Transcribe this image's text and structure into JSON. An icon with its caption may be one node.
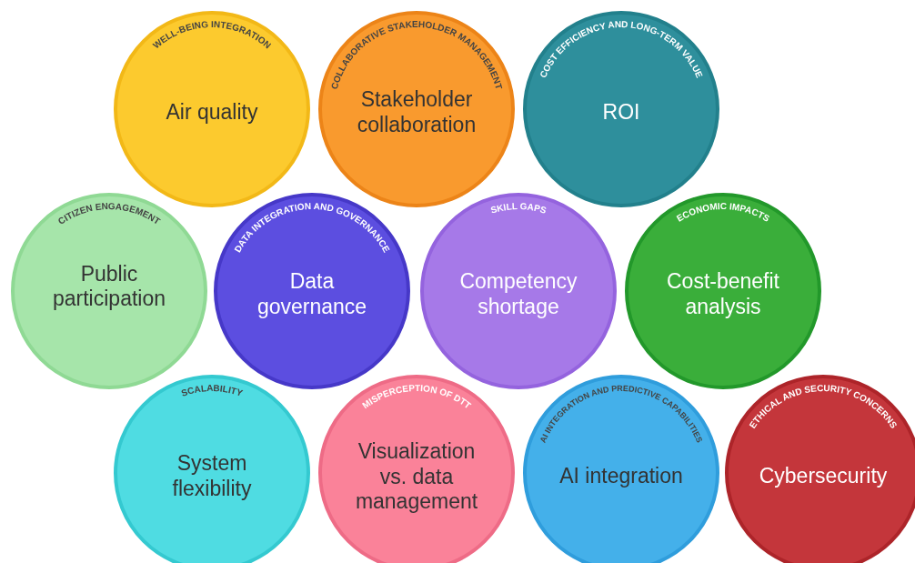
{
  "diagram": {
    "nodes": [
      {
        "text": [
          "WELL-BEING INTEGRATION",
          "Air quality"
        ]
      },
      {
        "text": [
          "COLLABORATIVE STAKEHOLDER MANAGEMENT",
          "Stakeholder collaboration"
        ]
      },
      {
        "text": [
          "COST EFFICIENCY AND LONG-TERM VALUE",
          "ROI"
        ]
      },
      {
        "text": [
          "CITIZEN ENGAGEMENT",
          "Public participation"
        ]
      },
      {
        "text": [
          "DATA INTEGRATION AND GOVERNANCE",
          "Data governance"
        ]
      },
      {
        "text": [
          "SKILL GAPS",
          "Competency shortage"
        ]
      },
      {
        "text": [
          "ECONOMIC IMPACTS",
          "Cost-benefit analysis"
        ]
      },
      {
        "text": [
          "SCALABILITY",
          "System flexibility"
        ]
      },
      {
        "text": [
          "MISPERCEPTION OF DTT",
          "Visualization vs. data management"
        ]
      },
      {
        "text": [
          "AI INTEGRATION AND PREDICTIVE CAPABILITIES",
          "AI integration"
        ]
      },
      {
        "text": [
          "ETHICAL AND SECURITY CONCERNS",
          "Cybersecurity"
        ]
      }
    ]
  }
}
